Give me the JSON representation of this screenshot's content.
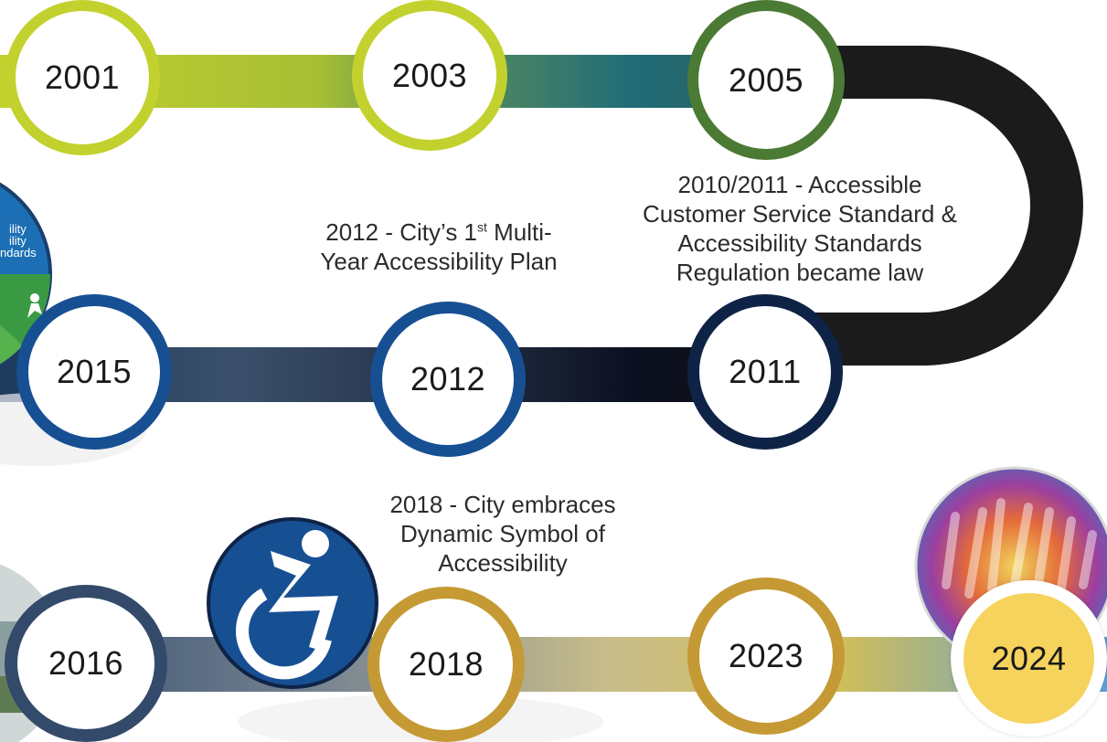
{
  "timeline": {
    "nodes": [
      {
        "key": "n2001",
        "year": "2001",
        "ring": "#c3d12e"
      },
      {
        "key": "n2003",
        "year": "2003",
        "ring": "#c3d12e"
      },
      {
        "key": "n2005",
        "year": "2005",
        "ring": "#4a7a33"
      },
      {
        "key": "n2011",
        "year": "2011",
        "ring": "#0f2347"
      },
      {
        "key": "n2012",
        "year": "2012",
        "ring": "#174f93"
      },
      {
        "key": "n2015",
        "year": "2015",
        "ring": "#174f93"
      },
      {
        "key": "n2016",
        "year": "2016",
        "ring": "#334a6a"
      },
      {
        "key": "n2018",
        "year": "2018",
        "ring": "#c59a34"
      },
      {
        "key": "n2023",
        "year": "2023",
        "ring": "#c59a34"
      },
      {
        "key": "n2024",
        "year": "2024",
        "ring": "#ffffff",
        "fill": "#f6d35c"
      }
    ],
    "captions": {
      "c2010": {
        "lines": [
          "2010/2011 - Accessible",
          "Customer Service Standard &",
          "Accessibility Standards",
          "Regulation became law"
        ]
      },
      "c2012": {
        "line1_pre": "2012 - City’s 1",
        "line1_sup": "st",
        "line1_post": " Multi-",
        "line2": "Year Accessibility Plan"
      },
      "c2018": {
        "lines": [
          "2018 - City embraces",
          "Dynamic Symbol of",
          "Accessibility"
        ]
      }
    },
    "badge_text": [
      "ility",
      "ility",
      "ndards"
    ]
  },
  "colors": {
    "lime": "#c3d12e",
    "teal": "#1f6b78",
    "green": "#4a7a33",
    "black": "#1b1b1b",
    "navy": "#0f2347",
    "blue": "#174f93",
    "slate": "#334a6a",
    "gold": "#c59a34",
    "light_blue": "#5a9fd8",
    "highlight": "#f6d35c"
  },
  "icons": {
    "wheelchair": "dynamic-accessibility-symbol-icon",
    "hands": "raised-hands-image",
    "plan": "accessibility-plan-badge",
    "building": "city-building-image"
  }
}
